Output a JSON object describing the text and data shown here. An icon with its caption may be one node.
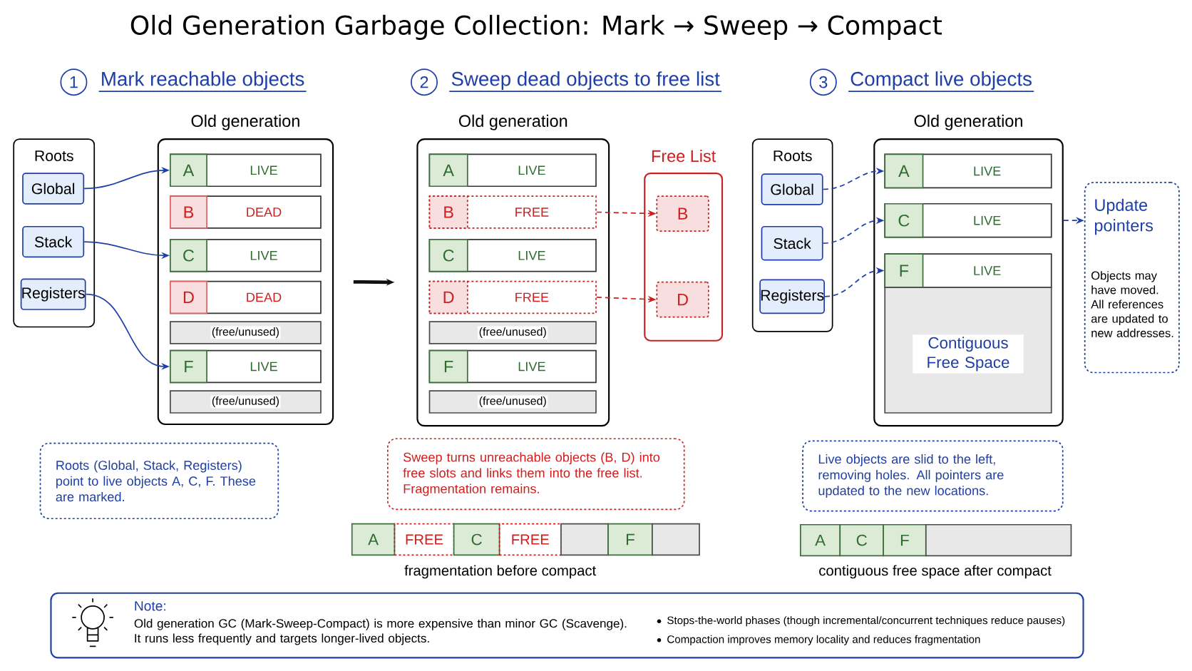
{
  "diagram": {
    "title": "Old Generation Garbage Collection: Mark → Sweep → Compact",
    "nodes": [
      {
        "text": [
          "1"
        ],
        "beside": [
          "Mark reachable objects"
        ]
      },
      {
        "text": [
          "Roots"
        ]
      },
      {
        "text": [
          "Global"
        ],
        "in": 1
      },
      {
        "text": [
          "Stack"
        ],
        "in": 1
      },
      {
        "text": [
          "Registers"
        ],
        "in": 1
      },
      {
        "text": [
          "Old generation"
        ]
      },
      {
        "text": [
          "A",
          "LIVE"
        ],
        "in": 5
      },
      {
        "text": [
          "B",
          "DEAD"
        ],
        "in": 5
      },
      {
        "text": [
          "C",
          "LIVE"
        ],
        "in": 5
      },
      {
        "text": [
          "D",
          "DEAD"
        ],
        "in": 5
      },
      {
        "text": [
          "(free/unused)"
        ],
        "in": 5
      },
      {
        "text": [
          "F",
          "LIVE"
        ],
        "in": 5
      },
      {
        "text": [
          "(free/unused)"
        ],
        "in": 5
      },
      {
        "text": [
          "Roots (Global, Stack, Registers) point to live objects A, C, F. These are marked."
        ]
      },
      {
        "text": [
          "2"
        ],
        "beside": [
          "Sweep dead objects to free list"
        ]
      },
      {
        "text": [
          "Old generation"
        ]
      },
      {
        "text": [
          "A",
          "LIVE"
        ],
        "in": 15
      },
      {
        "text": [
          "B",
          "FREE"
        ],
        "in": 15
      },
      {
        "text": [
          "C",
          "LIVE"
        ],
        "in": 15
      },
      {
        "text": [
          "D",
          "FREE"
        ],
        "in": 15
      },
      {
        "text": [
          "(free/unused)"
        ],
        "in": 15
      },
      {
        "text": [
          "F",
          "LIVE"
        ],
        "in": 15
      },
      {
        "text": [
          "(free/unused)"
        ],
        "in": 15
      },
      {
        "text": [
          "Free List"
        ]
      },
      {
        "text": [
          "B"
        ],
        "in": 23
      },
      {
        "text": [
          "D"
        ],
        "in": 23
      },
      {
        "text": [
          "Sweep turns unreachable objects (B, D) into free slots and links them into the free list. Fragmentation remains."
        ]
      },
      {
        "text": [
          "A"
        ]
      },
      {
        "text": [
          "FREE"
        ]
      },
      {
        "text": [
          "C"
        ]
      },
      {
        "text": [
          "FREE"
        ]
      },
      {
        "text": [],
        "shape": "box"
      },
      {
        "text": [
          "F"
        ]
      },
      {
        "text": [],
        "shape": "box"
      },
      {
        "text": [
          "3"
        ],
        "beside": [
          "Compact live objects"
        ]
      },
      {
        "text": [
          "Roots"
        ]
      },
      {
        "text": [
          "Global"
        ],
        "in": 35
      },
      {
        "text": [
          "Stack"
        ],
        "in": 35
      },
      {
        "text": [
          "Registers"
        ],
        "in": 35
      },
      {
        "text": [
          "Old generation"
        ]
      },
      {
        "text": [
          "A",
          "LIVE"
        ],
        "in": 39
      },
      {
        "text": [
          "C",
          "LIVE"
        ],
        "in": 39
      },
      {
        "text": [
          "F",
          "LIVE"
        ],
        "in": 39
      },
      {
        "text": [
          "Contiguous Free Space"
        ],
        "in": 39
      },
      {
        "text": [
          "Update pointers",
          "Objects may have moved. All references are updated to new addresses."
        ]
      },
      {
        "text": [
          "Live objects are slid to the left, removing holes. All pointers are updated to the new locations."
        ]
      },
      {
        "text": [
          "A"
        ]
      },
      {
        "text": [
          "C"
        ]
      },
      {
        "text": [
          "F"
        ]
      },
      {
        "text": [],
        "shape": "box"
      },
      {
        "text": [
          "Note:",
          "Old generation GC (Mark-Sweep-Compact) is more expensive than minor GC (Scavenge). It runs less frequently and targets longer-lived objects.",
          "Stops-the-world phases (though incremental/concurrent techniques reduce pauses)",
          "Compaction improves memory locality and reduces fragmentation"
        ]
      }
    ],
    "edges": [
      {
        "from": 2,
        "to": 6,
        "arrow": "to"
      },
      {
        "from": 3,
        "to": 8,
        "arrow": "to"
      },
      {
        "from": 4,
        "to": 11,
        "arrow": "to"
      },
      {
        "from": 5,
        "to": 15,
        "arrow": "to",
        "style": "thick",
        "color": "#111111"
      },
      {
        "from": 17,
        "to": 24,
        "arrow": "to",
        "style": "dashed",
        "color": "#cc2020"
      },
      {
        "from": 19,
        "to": 25,
        "arrow": "to",
        "style": "dashed",
        "color": "#cc2020"
      },
      {
        "from": 36,
        "to": 40,
        "arrow": "to",
        "style": "dashed"
      },
      {
        "from": 37,
        "to": 41,
        "arrow": "to",
        "style": "dashed"
      },
      {
        "from": 38,
        "to": 42,
        "arrow": "to",
        "style": "dashed"
      },
      {
        "from": 39,
        "to": 44,
        "arrow": "to",
        "style": "dashed"
      }
    ],
    "labels": [
      "fragmentation before compact",
      "contiguous free space after compact"
    ]
  }
}
